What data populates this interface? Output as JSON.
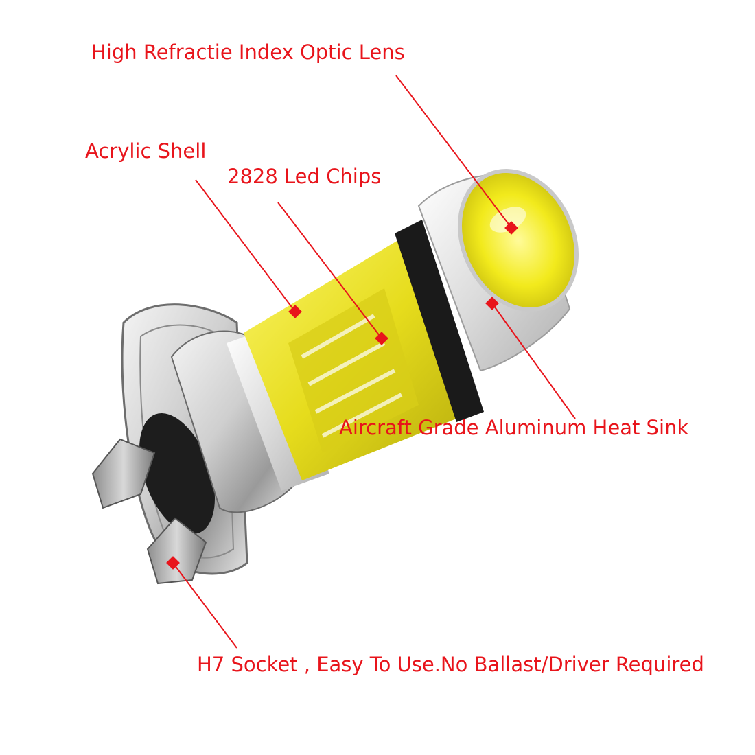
{
  "accent_color": "#e8141b",
  "lens_color": "#f2ea1c",
  "labels": {
    "lens": "High Refractie Index Optic Lens",
    "shell": "Acrylic Shell",
    "chips": "2828 Led Chips",
    "heat_sink": "Aircraft Grade Aluminum Heat Sink",
    "socket": "H7 Socket , Easy To Use.No Ballast/Driver Required"
  },
  "icons": [
    "bulb-illustration"
  ]
}
